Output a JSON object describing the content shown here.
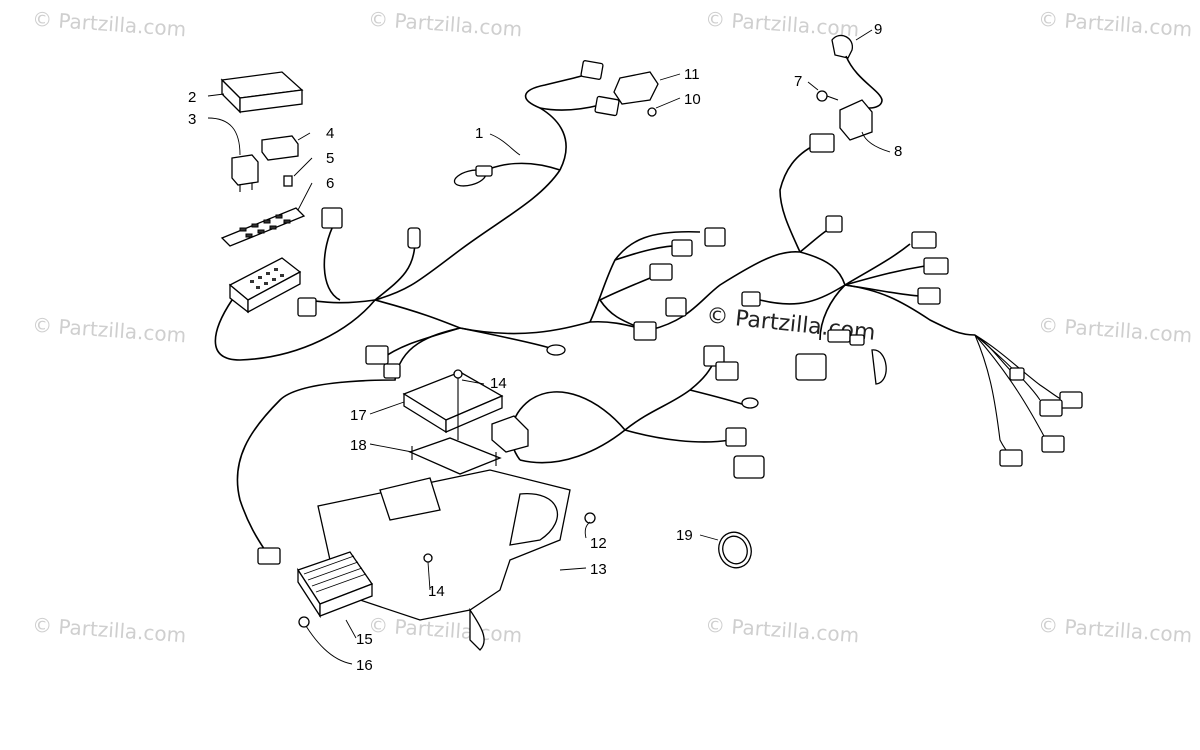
{
  "watermark": {
    "text": "© Partzilla.com",
    "center_text": "© Partzilla.com"
  },
  "callouts": [
    {
      "id": "c1",
      "label": "1"
    },
    {
      "id": "c2",
      "label": "2"
    },
    {
      "id": "c3",
      "label": "3"
    },
    {
      "id": "c4",
      "label": "4"
    },
    {
      "id": "c5",
      "label": "5"
    },
    {
      "id": "c6",
      "label": "6"
    },
    {
      "id": "c7",
      "label": "7"
    },
    {
      "id": "c8",
      "label": "8"
    },
    {
      "id": "c9",
      "label": "9"
    },
    {
      "id": "c10",
      "label": "10"
    },
    {
      "id": "c11",
      "label": "11"
    },
    {
      "id": "c12",
      "label": "12"
    },
    {
      "id": "c13",
      "label": "13"
    },
    {
      "id": "c14a",
      "label": "14"
    },
    {
      "id": "c14b",
      "label": "14"
    },
    {
      "id": "c15",
      "label": "15"
    },
    {
      "id": "c16",
      "label": "16"
    },
    {
      "id": "c17",
      "label": "17"
    },
    {
      "id": "c18",
      "label": "18"
    },
    {
      "id": "c19",
      "label": "19"
    }
  ]
}
